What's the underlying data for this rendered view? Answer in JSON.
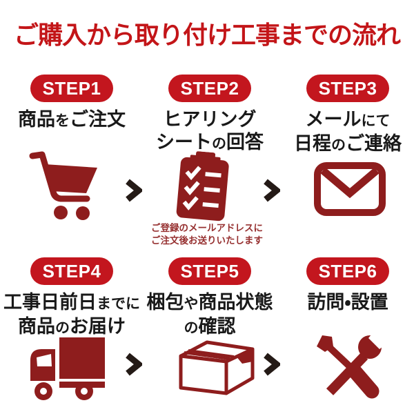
{
  "title": "ご購入から取り付け工事までの流れ",
  "colors": {
    "title_red": "#c31518",
    "badge_red": "#c3161e",
    "badge_text": "#ffffff",
    "icon_red": "#8e1d1d",
    "note_red": "#963030",
    "arrow_dark": "#241a16",
    "label_black": "#191919",
    "page_bg": "#ffffff"
  },
  "steps": [
    {
      "badge": "STEP1",
      "icon": "cart-icon",
      "lines": [
        [
          {
            "t": "商品",
            "small": false
          },
          {
            "t": "を",
            "small": true
          },
          {
            "t": "ご注文",
            "small": false
          }
        ]
      ]
    },
    {
      "badge": "STEP2",
      "icon": "clipboard-icon",
      "lines": [
        [
          {
            "t": "ヒアリング",
            "small": false
          }
        ],
        [
          {
            "t": "シート",
            "small": false
          },
          {
            "t": "の",
            "small": true
          },
          {
            "t": "回答",
            "small": false
          }
        ]
      ],
      "note_lines": [
        "ご登録のメールアドレスに",
        "ご注文後お送りいたします"
      ]
    },
    {
      "badge": "STEP3",
      "icon": "mail-icon",
      "lines": [
        [
          {
            "t": "メール",
            "small": false
          },
          {
            "t": "にて",
            "small": true
          }
        ],
        [
          {
            "t": "日程",
            "small": false
          },
          {
            "t": "の",
            "small": true
          },
          {
            "t": "ご連絡",
            "small": false
          }
        ]
      ]
    },
    {
      "badge": "STEP4",
      "icon": "truck-icon",
      "lines": [
        [
          {
            "t": "工事日前日",
            "small": false
          },
          {
            "t": "までに",
            "small": true
          }
        ],
        [
          {
            "t": "商品",
            "small": false
          },
          {
            "t": "の",
            "small": true
          },
          {
            "t": "お届け",
            "small": false
          }
        ]
      ]
    },
    {
      "badge": "STEP5",
      "icon": "box-icon",
      "lines": [
        [
          {
            "t": "梱包",
            "small": false
          },
          {
            "t": "や",
            "small": true
          },
          {
            "t": "商品状態",
            "small": false
          }
        ],
        [
          {
            "t": "の",
            "small": true
          },
          {
            "t": "確認",
            "small": false
          }
        ]
      ]
    },
    {
      "badge": "STEP6",
      "icon": "tools-icon",
      "lines": [
        [
          {
            "t": "訪問・設置",
            "small": false
          }
        ]
      ]
    }
  ]
}
